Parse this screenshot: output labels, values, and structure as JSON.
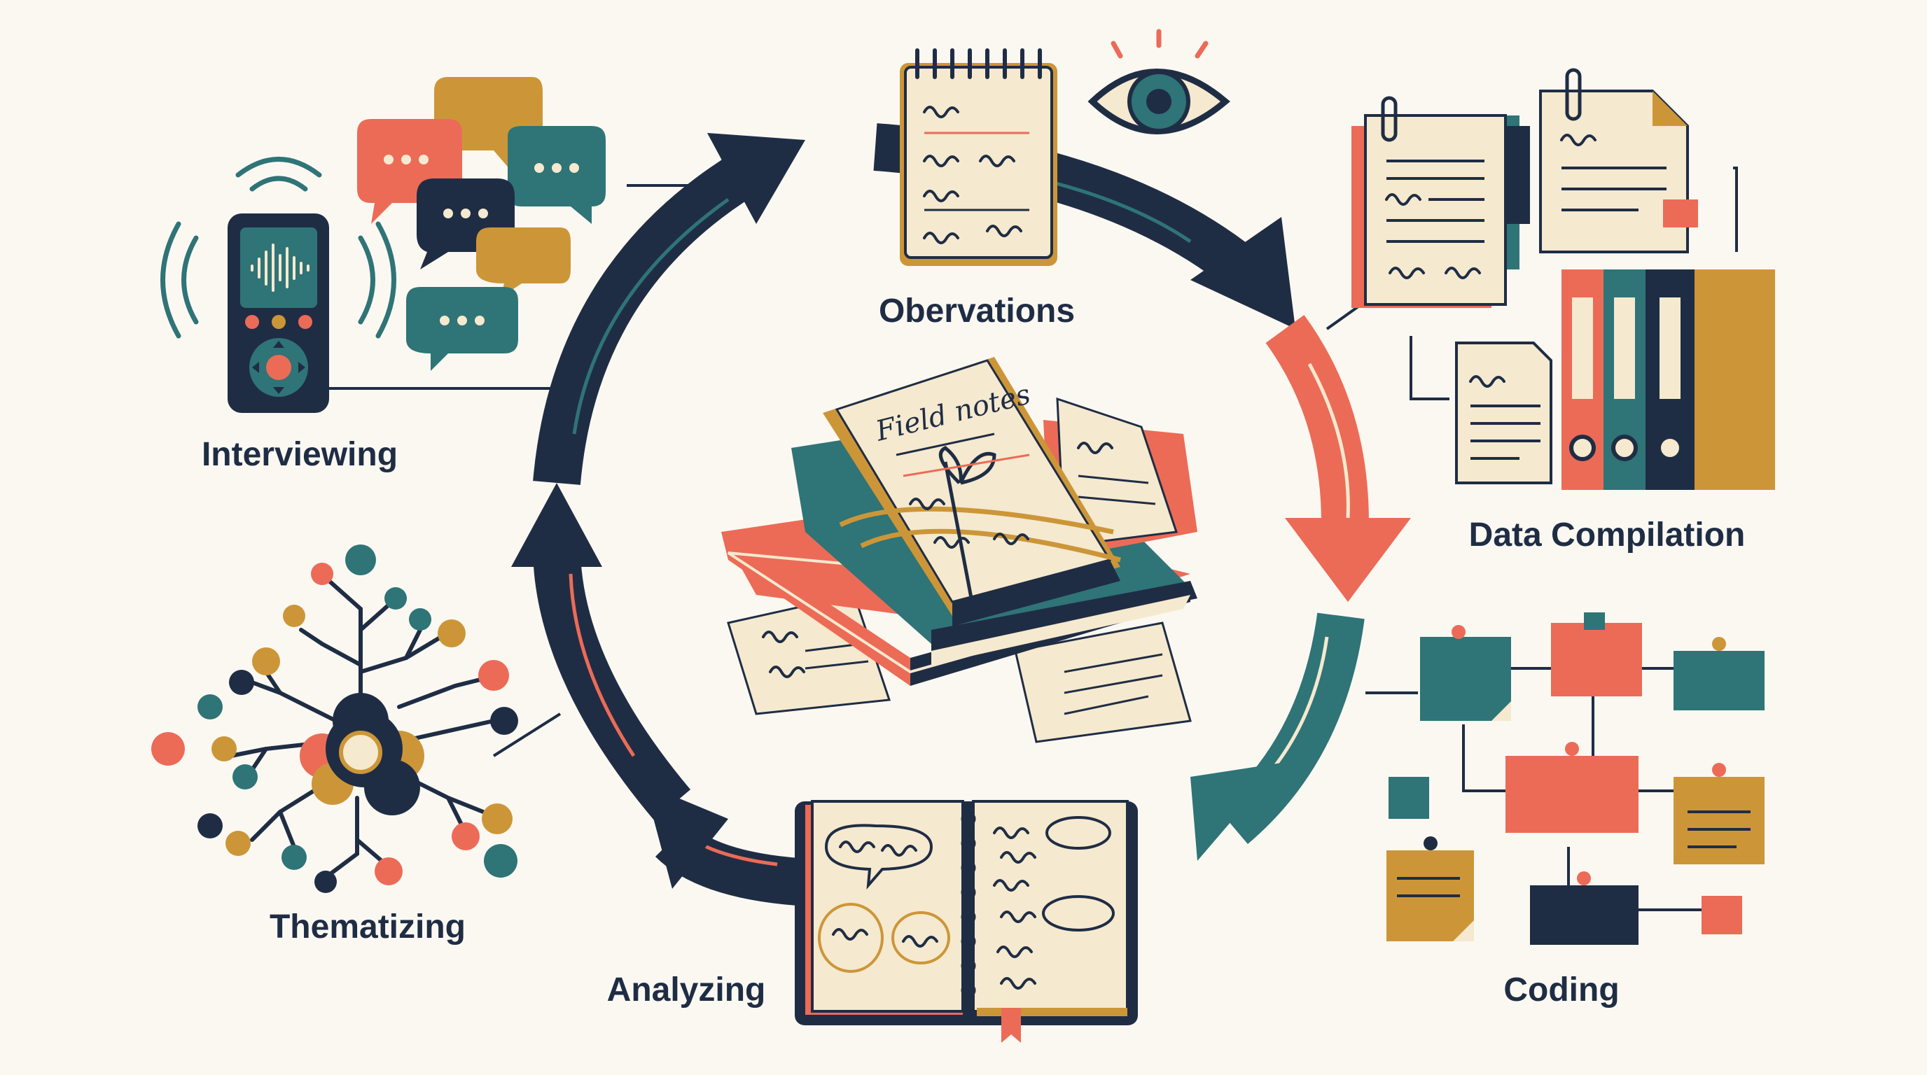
{
  "center": {
    "notebook_label": "Field notes"
  },
  "stages": [
    {
      "id": "observations",
      "label": "Obervations"
    },
    {
      "id": "data-compilation",
      "label": "Data Compilation"
    },
    {
      "id": "coding",
      "label": "Coding"
    },
    {
      "id": "analyzing",
      "label": "Analyzing"
    },
    {
      "id": "thematizing",
      "label": "Thematizing"
    },
    {
      "id": "interviewing",
      "label": "Interviewing"
    }
  ],
  "colors": {
    "navy": "#1f2d44",
    "teal": "#2f7477",
    "coral": "#ec6b57",
    "mustard": "#cc9638",
    "paper": "#f5e9cf",
    "background": "#fbf8f2"
  },
  "icons": [
    "notepad-icon",
    "eye-icon",
    "documents-icon",
    "binders-icon",
    "sticky-notes-icon",
    "open-notebook-icon",
    "theme-tree-icon",
    "voice-recorder-icon",
    "speech-bubbles-icon"
  ]
}
